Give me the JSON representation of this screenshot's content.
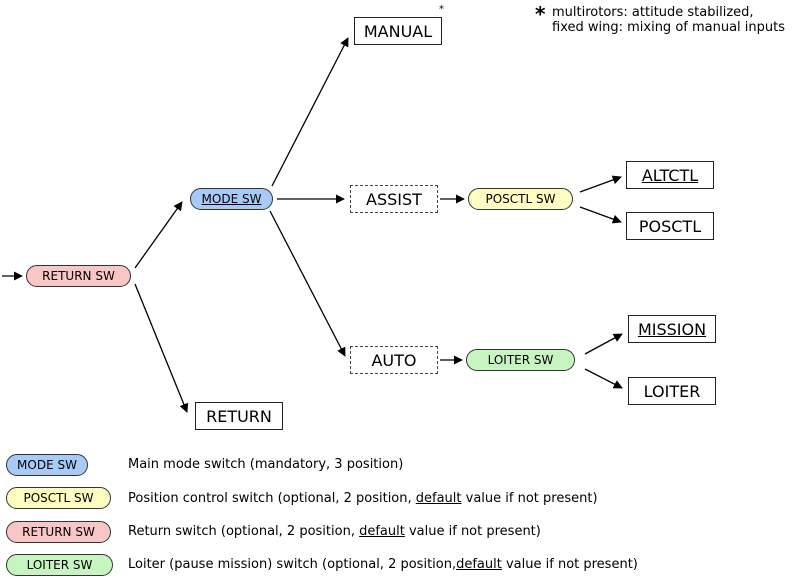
{
  "nodes": {
    "return_sw": "RETURN SW",
    "mode_sw": "MODE SW",
    "manual": "MANUAL",
    "manual_mark": "*",
    "assist": "ASSIST",
    "posctl_sw": "POSCTL SW",
    "altctl": "ALTCTL",
    "posctl": "POSCTL",
    "auto": "AUTO",
    "loiter_sw": "LOITER SW",
    "mission": "MISSION",
    "loiter": "LOITER",
    "return": "RETURN"
  },
  "note": {
    "star": "*",
    "line1": "multirotors: attitude stabilized,",
    "line2": "fixed wing: mixing of manual inputs"
  },
  "legend": [
    {
      "label": "MODE SW",
      "desc": "Main mode switch (mandatory, 3 position)",
      "color": "#a7cbf6"
    },
    {
      "label": "POSCTL SW",
      "desc_pre": "Position control switch (optional, 2 position, ",
      "desc_ul": "default",
      "desc_post": " value if not present)",
      "color": "#fffcc2"
    },
    {
      "label": "RETURN SW",
      "desc_pre": "Return switch (optional, 2 position, ",
      "desc_ul": "default",
      "desc_post": " value if not present)",
      "color": "#f9c6c6"
    },
    {
      "label": "LOITER SW",
      "desc_pre": "Loiter (pause mission) switch (optional, 2 position,",
      "desc_ul": "default",
      "desc_post": " value if not present)",
      "color": "#c7f5c0"
    }
  ],
  "icons": {
    "arrow": "arrow-icon"
  }
}
